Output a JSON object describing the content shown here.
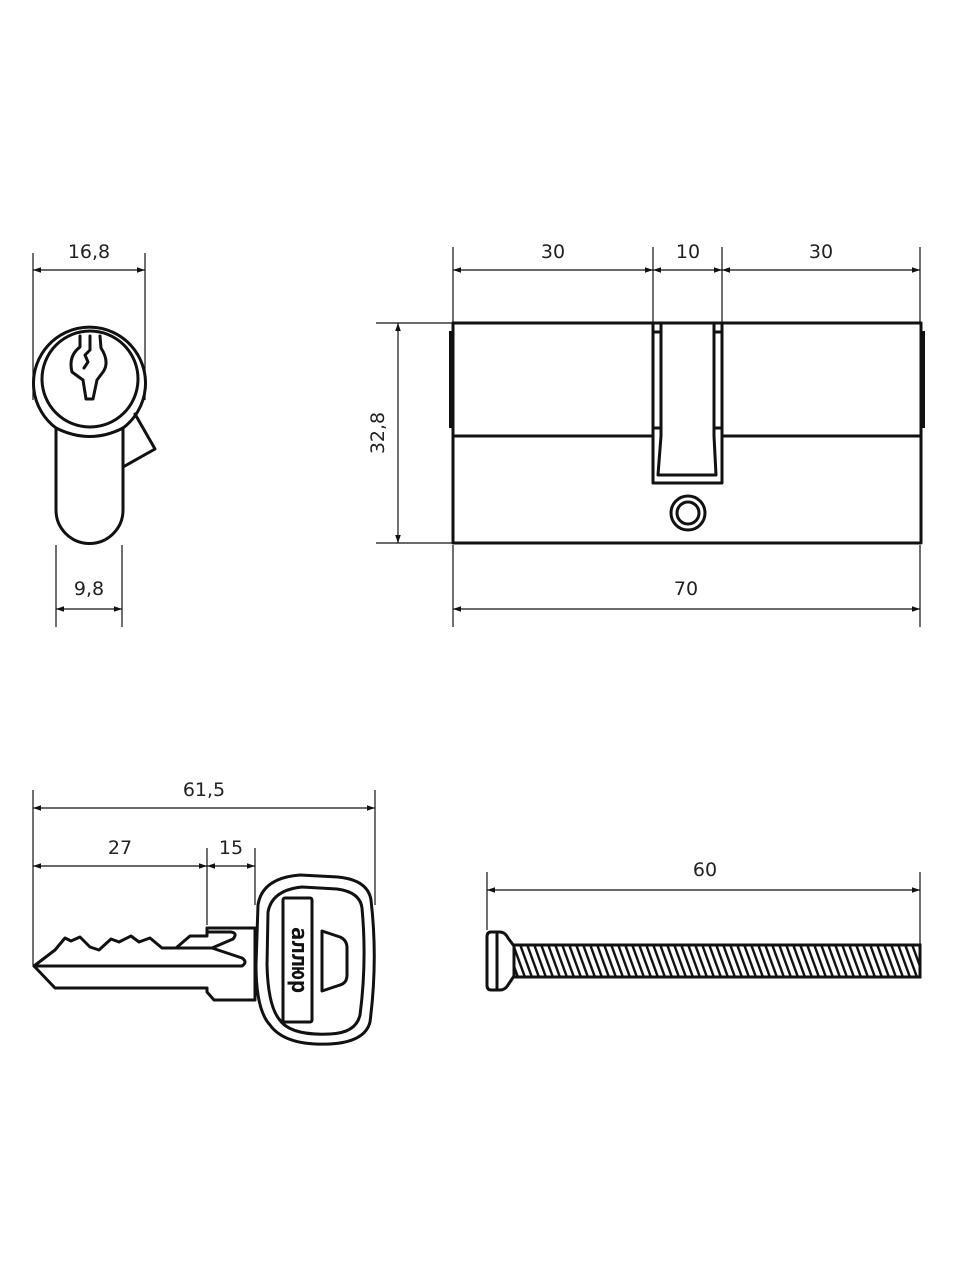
{
  "drawing": {
    "front_view": {
      "width_total": "16,8",
      "width_stem": "9,8"
    },
    "side_view": {
      "left_length": "30",
      "center_length": "10",
      "right_length": "30",
      "height": "32,8",
      "total_length": "70"
    },
    "key": {
      "total_length": "61,5",
      "blade_length": "27",
      "shoulder_length": "15",
      "logo_text": "аллюр"
    },
    "screw": {
      "length": "60"
    },
    "colors": {
      "line": "#111111",
      "background": "#ffffff"
    }
  }
}
